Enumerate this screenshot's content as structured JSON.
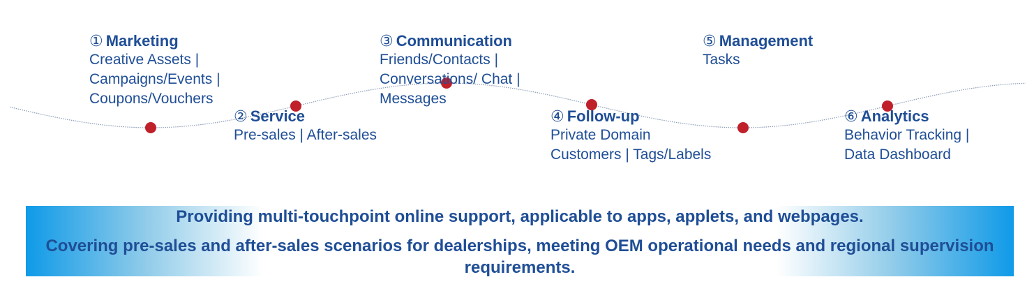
{
  "steps": [
    {
      "num": "①",
      "title": "Marketing",
      "items": [
        "Creative Assets |",
        "Campaigns/Events |",
        "Coupons/Vouchers"
      ]
    },
    {
      "num": "②",
      "title": "Service",
      "items": [
        "Pre-sales | After-sales"
      ]
    },
    {
      "num": "③",
      "title": "Communication",
      "items": [
        "Friends/Contacts |",
        "Conversations/ Chat |",
        "Messages"
      ]
    },
    {
      "num": "④",
      "title": "Follow-up",
      "items": [
        "Private Domain",
        "Customers | Tags/Labels"
      ]
    },
    {
      "num": "⑤",
      "title": "Management",
      "items": [
        "Tasks"
      ]
    },
    {
      "num": "⑥",
      "title": "Analytics",
      "items": [
        "Behavior Tracking |",
        "Data Dashboard"
      ]
    }
  ],
  "banner": {
    "line1": "Providing multi-touchpoint online support, applicable to apps, applets, and webpages.",
    "line2": "Covering pre-sales and after-sales scenarios for dealerships, meeting OEM operational needs and regional supervision requirements."
  },
  "colors": {
    "text": "#1f4e96",
    "dot": "#c0202a",
    "wave": "#8a9bb5",
    "banner_edge": "#0f9ae8"
  }
}
